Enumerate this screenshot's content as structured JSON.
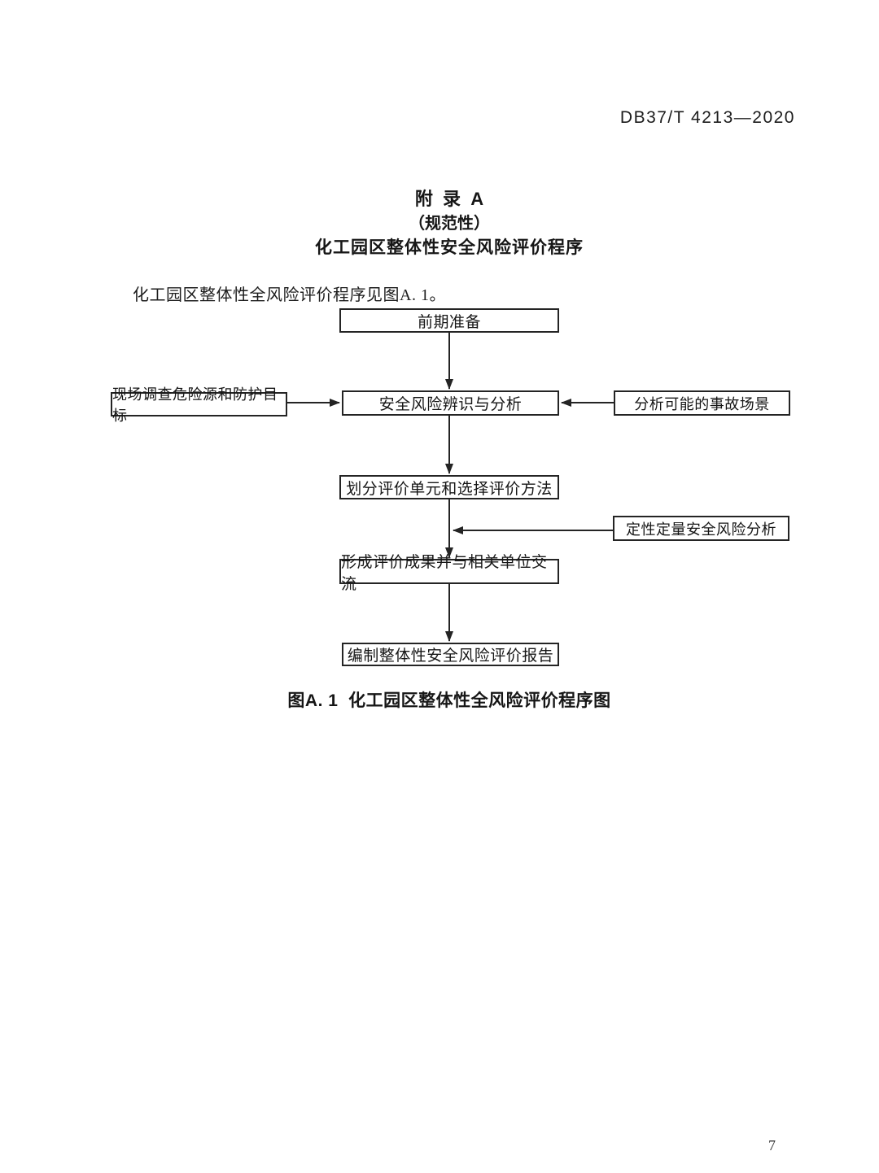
{
  "header": {
    "doc_number": "DB37/T 4213—2020"
  },
  "appendix": {
    "title_line1": "附  录  A",
    "title_line2": "（规范性）",
    "title_line3": "化工园区整体性安全风险评价程序"
  },
  "body": {
    "paragraph": "化工园区整体性全风险评价程序见图A. 1。"
  },
  "flowchart": {
    "nodes": {
      "prepare": {
        "label": "前期准备"
      },
      "survey": {
        "label": "现场调查危险源和防护目标"
      },
      "identify": {
        "label": "安全风险辨识与分析"
      },
      "scenario": {
        "label": "分析可能的事故场景"
      },
      "divide": {
        "label": "划分评价单元和选择评价方法"
      },
      "qualquant": {
        "label": "定性定量安全风险分析"
      },
      "results": {
        "label": "形成评价成果并与相关单位交流"
      },
      "report": {
        "label": "编制整体性安全风险评价报告"
      }
    },
    "caption": "图A. 1  化工园区整体性全风险评价程序图"
  },
  "footer": {
    "page_number": "7"
  },
  "colors": {
    "ink": "#1a1a1a",
    "paper": "#ffffff"
  }
}
